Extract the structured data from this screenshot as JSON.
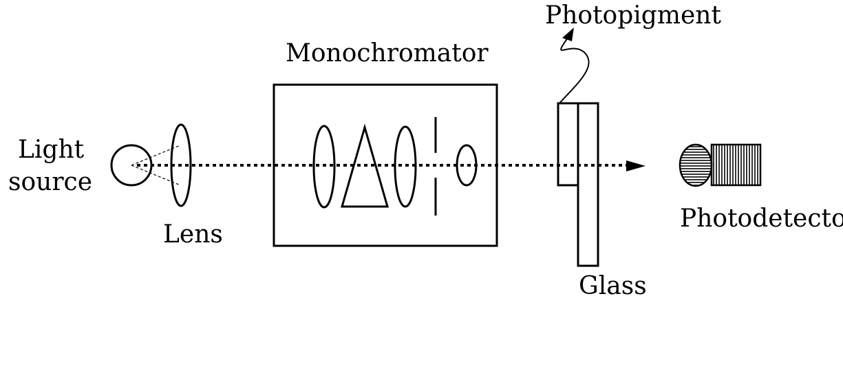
{
  "labels": {
    "light": "Light",
    "source": "source",
    "lens": "Lens",
    "monochromator": "Monochromator",
    "photopigment": "Photopigment",
    "glass": "Glass",
    "photodetector": "Photodetector"
  },
  "colors": {
    "stroke": "#000000",
    "background": "#ffffff"
  }
}
